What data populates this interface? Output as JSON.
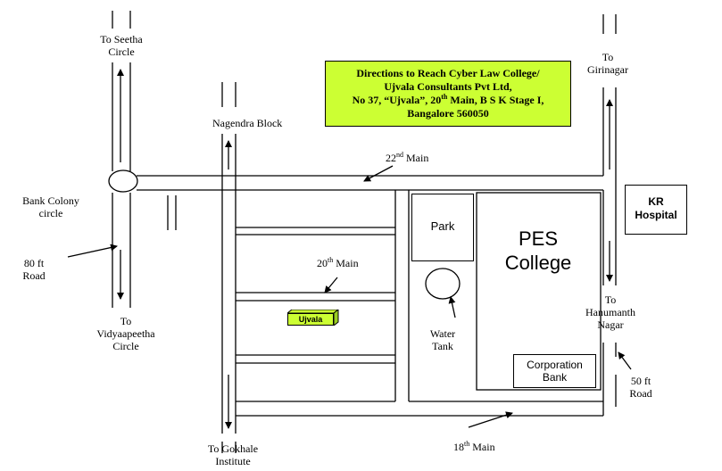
{
  "title": {
    "line1": "Directions to Reach Cyber Law College/",
    "line2": "Ujvala Consultants Pvt Ltd,",
    "line3_pre": "No 37, “Ujvala”, 20",
    "line3_sup": "th",
    "line3_post": " Main, B S K Stage I,",
    "line4": "Bangalore 560050"
  },
  "labels": {
    "seetha_1": "To Seetha",
    "seetha_2": "Circle",
    "girinagar_1": "To",
    "girinagar_2": "Girinagar",
    "nagendra": "Nagendra Block",
    "main22_num": "22",
    "main22_sup": "nd",
    "main22_txt": " Main",
    "bank_colony_1": "Bank Colony",
    "bank_colony_2": "circle",
    "ft80_1": "80 ft",
    "ft80_2": "Road",
    "main20_num": "20",
    "main20_sup": "th",
    "main20_txt": " Main",
    "vidya_1": "To",
    "vidya_2": "Vidyaapeetha",
    "vidya_3": "Circle",
    "water_1": "Water",
    "water_2": "Tank",
    "hanumanth_1": "To",
    "hanumanth_2": "Hanumanth",
    "hanumanth_3": "Nagar",
    "ft50_1": "50 ft",
    "ft50_2": "Road",
    "gokhale_1": "To Gokhale",
    "gokhale_2": "Institute",
    "main18_num": "18",
    "main18_sup": "th",
    "main18_txt": " Main"
  },
  "places": {
    "kr_1": "KR",
    "kr_2": "Hospital",
    "park": "Park",
    "pes_1": "PES",
    "pes_2": "College",
    "corp_1": "Corporation",
    "corp_2": "Bank",
    "ujvala": "Ujvala"
  },
  "colors": {
    "highlight": "#ccff33",
    "ink": "#000000"
  }
}
